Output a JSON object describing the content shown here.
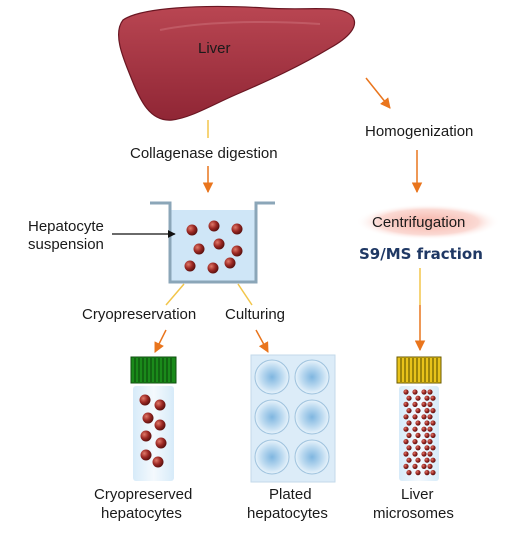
{
  "liver": {
    "label": "Liver"
  },
  "left_branch": {
    "step": "Collagenase digestion",
    "suspension_line1": "Hepatocyte",
    "suspension_line2": "suspension",
    "cryo_step": "Cryopreservation",
    "culture_step": "Culturing"
  },
  "right_branch": {
    "step": "Homogenization",
    "centrifugation": "Centrifugation",
    "fraction": "S9/MS fraction"
  },
  "outputs": {
    "cryo_line1": "Cryopreserved",
    "cryo_line2": "hepatocytes",
    "plated_line1": "Plated",
    "plated_line2": "hepatocytes",
    "micro_line1": "Liver",
    "micro_line2": "microsomes"
  },
  "colors": {
    "liver_fill": "#a8323e",
    "arrow": "#e9751d",
    "connector": "#f2c54a",
    "cell": "#9e2a25",
    "vial_cap_green": "#1a8a1a",
    "vial_cap_yellow": "#e8c21a",
    "container_blue": "#cfe6f7",
    "fraction_text": "#1f3864"
  }
}
